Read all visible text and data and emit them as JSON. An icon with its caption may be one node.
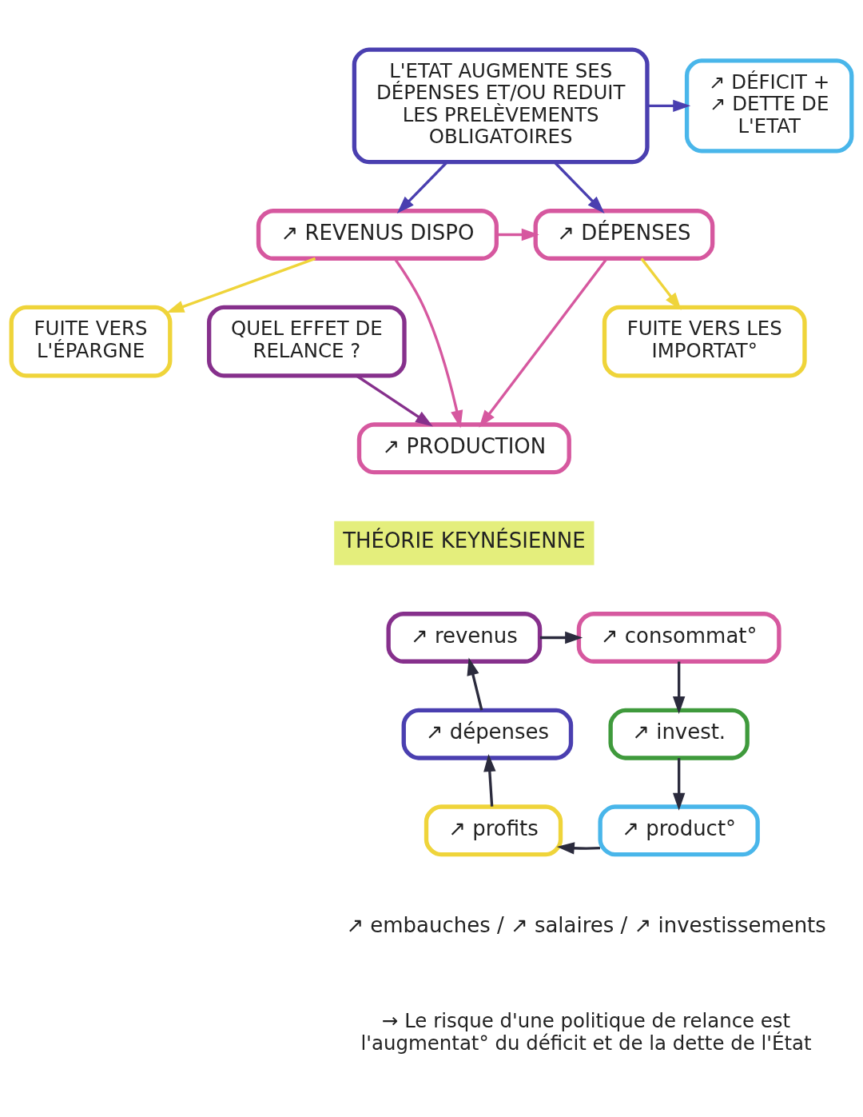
{
  "diagram": {
    "nodes": [
      {
        "text": [
          "L'ETAT AUGMENTE SES DÉPENSES ET/OU REDUIT LES PRELÈVEMENTS OBLIGATOIRES"
        ]
      },
      {
        "text": [
          "↗ DÉFICIT + ↗ DETTE DE L'ETAT"
        ]
      },
      {
        "text": [
          "↗ REVENUS DISPO"
        ]
      },
      {
        "text": [
          "↗ DÉPENSES"
        ]
      },
      {
        "text": [
          "FUITE VERS L'ÉPARGNE"
        ]
      },
      {
        "text": [
          "QUEL EFFET DE RELANCE ?"
        ]
      },
      {
        "text": [
          "FUITE VERS LES IMPORTAT°"
        ]
      },
      {
        "text": [
          "↗ PRODUCTION"
        ]
      },
      {
        "text": [
          "↗ revenus"
        ]
      },
      {
        "text": [
          "↗ consommat°"
        ]
      },
      {
        "text": [
          "↗ invest."
        ]
      },
      {
        "text": [
          "↗ product°"
        ]
      },
      {
        "text": [
          "↗ profits"
        ]
      },
      {
        "text": [
          "↗ dépenses"
        ]
      }
    ],
    "edges": [
      {
        "from": 0,
        "to": 1,
        "arrow": "to",
        "color": "#4a3fb0"
      },
      {
        "from": 0,
        "to": 2,
        "arrow": "to",
        "color": "#4a3fb0"
      },
      {
        "from": 0,
        "to": 3,
        "arrow": "to",
        "color": "#4a3fb0"
      },
      {
        "from": 2,
        "to": 3,
        "arrow": "to",
        "color": "#d6589f"
      },
      {
        "from": 2,
        "to": 4,
        "arrow": "to",
        "color": "#efd43a"
      },
      {
        "from": 3,
        "to": 6,
        "arrow": "to",
        "color": "#efd43a"
      },
      {
        "from": 2,
        "to": 7,
        "arrow": "to",
        "color": "#d6589f"
      },
      {
        "from": 5,
        "to": 7,
        "arrow": "to",
        "color": "#86308c"
      },
      {
        "from": 3,
        "to": 7,
        "arrow": "to",
        "color": "#d6589f"
      },
      {
        "from": 8,
        "to": 9,
        "arrow": "to"
      },
      {
        "from": 9,
        "to": 10,
        "arrow": "to"
      },
      {
        "from": 10,
        "to": 11,
        "arrow": "to"
      },
      {
        "from": 11,
        "to": 12,
        "arrow": "to"
      },
      {
        "from": 12,
        "to": 13,
        "arrow": "to"
      },
      {
        "from": 13,
        "to": 8,
        "arrow": "to"
      }
    ],
    "labels": [
      "THÉORIE KEYNÉSIENNE",
      "↗ embauches / ↗ salaires / ↗ investissements",
      "→ Le risque d'une politique de relance est l'augmentat° du déficit et de la dette de l'État"
    ]
  }
}
